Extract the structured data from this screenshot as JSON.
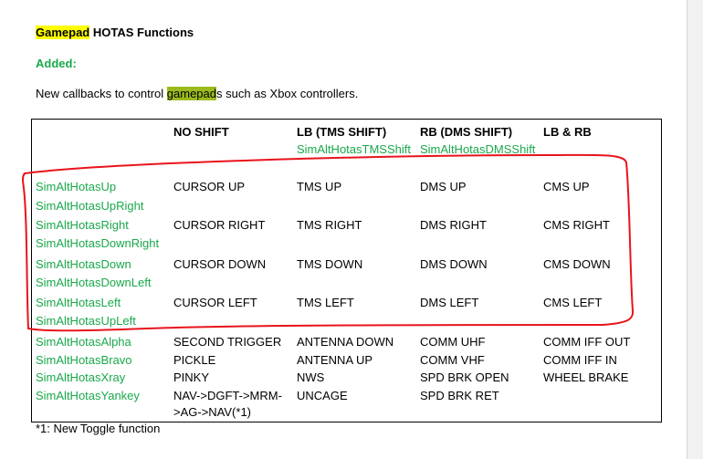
{
  "doc": {
    "title_highlight": "Gamepad",
    "title_rest": " HOTAS Functions",
    "added_label": "Added:",
    "desc_before": "New callbacks to control ",
    "desc_highlight": "gamepad",
    "desc_after": "s such as Xbox controllers.",
    "footnote": "*1: New Toggle function"
  },
  "colors": {
    "green_text": "#1aa84b",
    "yellow_highlight": "#ffff00",
    "green_highlight": "#9bbb1c",
    "annotation": "#e8141c"
  },
  "table": {
    "headers": [
      "NO SHIFT",
      "LB (TMS SHIFT)",
      "RB (DMS SHIFT)",
      "LB & RB"
    ],
    "subheaders": [
      "SimAltHotasTMSShift",
      "SimAltHotasDMSShift"
    ],
    "rows": [
      [
        "SimAltHotasUp",
        "CURSOR UP",
        "TMS UP",
        "DMS UP",
        "CMS UP"
      ],
      [
        "SimAltHotasUpRight",
        "",
        "",
        "",
        ""
      ],
      [
        "SimAltHotasRight",
        "CURSOR RIGHT",
        "TMS RIGHT",
        "DMS RIGHT",
        "CMS RIGHT"
      ],
      [
        "SimAltHotasDownRight",
        "",
        "",
        "",
        ""
      ],
      [
        "SimAltHotasDown",
        "CURSOR DOWN",
        "TMS DOWN",
        "DMS DOWN",
        "CMS DOWN"
      ],
      [
        "SimAltHotasDownLeft",
        "",
        "",
        "",
        ""
      ],
      [
        "SimAltHotasLeft",
        "CURSOR LEFT",
        "TMS LEFT",
        "DMS LEFT",
        "CMS LEFT"
      ],
      [
        "SimAltHotasUpLeft",
        "",
        "",
        "",
        ""
      ],
      [
        "SimAltHotasAlpha",
        "SECOND TRIGGER",
        "ANTENNA DOWN",
        "COMM UHF",
        "COMM IFF OUT"
      ],
      [
        "SimAltHotasBravo",
        "PICKLE",
        "ANTENNA UP",
        "COMM VHF",
        "COMM IFF IN"
      ],
      [
        "SimAltHotasXray",
        "PINKY",
        "NWS",
        "SPD BRK OPEN",
        "WHEEL BRAKE"
      ],
      [
        "SimAltHotasYankey",
        "NAV->DGFT->MRM-",
        "UNCAGE",
        "SPD BRK RET",
        ""
      ]
    ],
    "last_row_continuation": ">AG->NAV(*1)"
  }
}
